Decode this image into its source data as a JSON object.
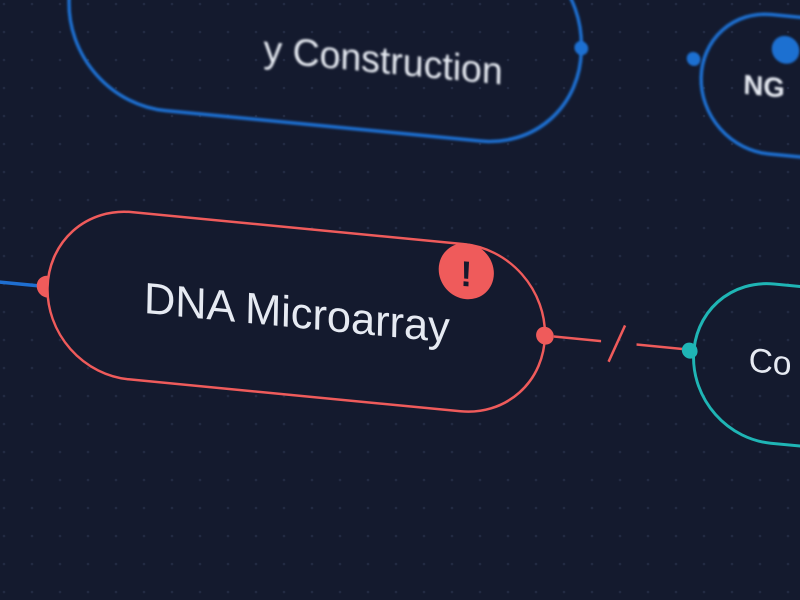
{
  "nodes": [
    {
      "id": "library-construction",
      "label": "y Construction",
      "status": "ok",
      "color": "#1f6fd1"
    },
    {
      "id": "ngs",
      "label": "NG",
      "status": "ok",
      "color": "#1f6fd1"
    },
    {
      "id": "dna-microarray",
      "label": "DNA Microarray",
      "status": "error",
      "color": "#ef5b5b",
      "badge": "!"
    },
    {
      "id": "right-teal-node",
      "label": "Co",
      "status": "ok",
      "color": "#1fb5b5"
    }
  ],
  "connectors": [
    {
      "from": "library-construction",
      "to": "ngs",
      "state": "connected",
      "color": "#1f6fd1"
    },
    {
      "from": "left-offscreen",
      "to": "dna-microarray",
      "state": "connected",
      "color": "#1f6fd1"
    },
    {
      "from": "dna-microarray",
      "to": "right-teal-node",
      "state": "broken",
      "color": "#ef5b5b"
    }
  ],
  "colors": {
    "background": "#141a2e",
    "grid_dot": "#222a42",
    "label_text": "#e6eaf2",
    "error": "#ef5b5b",
    "info": "#1f6fd1",
    "teal": "#1fb5b5"
  }
}
